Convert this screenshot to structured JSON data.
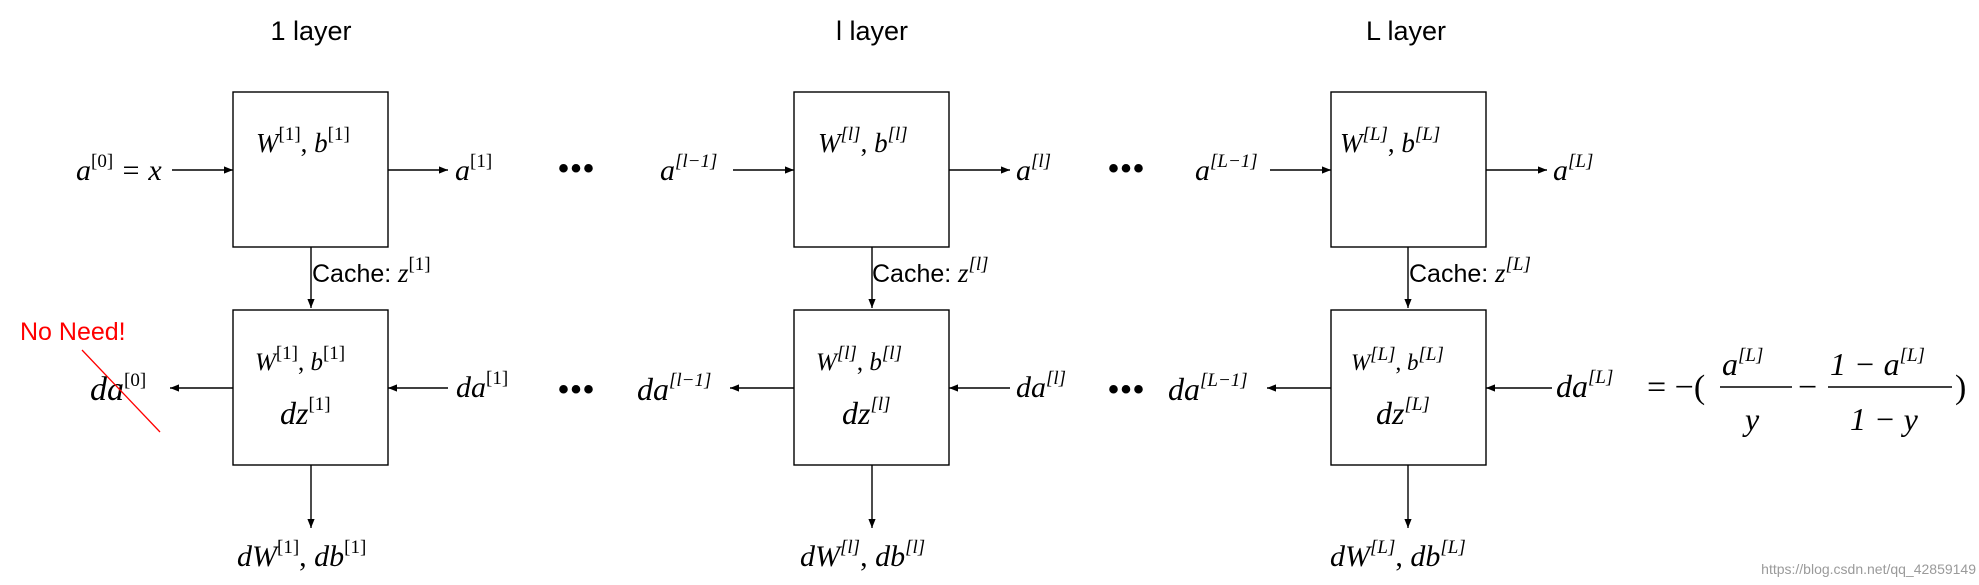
{
  "headers": [
    "1 layer",
    "l layer",
    "L layer"
  ],
  "layers": [
    {
      "fwd_in_base": "a",
      "fwd_in_sup": "[0]",
      "fwd_in_tail": " = x",
      "box_w_sup": "[1]",
      "box_b_sup": "[1]",
      "fwd_out_sup": "[1]",
      "cache_label": "Cache:",
      "cache_sup": "[1]",
      "bwd_in_sup": "[1]",
      "bwd_out_sup": "[0]",
      "bwd_box_w_sup": "[1]",
      "bwd_box_b_sup": "[1]",
      "bwd_box_dz_sup": "[1]",
      "grad_w_sup": "[1]",
      "grad_b_sup": "[1]"
    },
    {
      "fwd_in_base": "a",
      "fwd_in_sup": "[l−1]",
      "fwd_in_tail": "",
      "box_w_sup": "[l]",
      "box_b_sup": "[l]",
      "fwd_out_sup": "[l]",
      "cache_label": "Cache:",
      "cache_sup": "[l]",
      "bwd_in_sup": "[l]",
      "bwd_out_sup": "[l−1]",
      "bwd_box_w_sup": "[l]",
      "bwd_box_b_sup": "[l]",
      "bwd_box_dz_sup": "[l]",
      "grad_w_sup": "[l]",
      "grad_b_sup": "[l]"
    },
    {
      "fwd_in_base": "a",
      "fwd_in_sup": "[L−1]",
      "fwd_in_tail": "",
      "box_w_sup": "[L]",
      "box_b_sup": "[L]",
      "fwd_out_sup": "[L]",
      "cache_label": "Cache:",
      "cache_sup": "[L]",
      "bwd_in_sup": "[L]",
      "bwd_out_sup": "[L−1]",
      "bwd_box_w_sup": "[L]",
      "bwd_box_b_sup": "[L]",
      "bwd_box_dz_sup": "[L]",
      "grad_w_sup": "[L]",
      "grad_b_sup": "[L]"
    }
  ],
  "ellipsis": "•••",
  "no_need": "No Need!",
  "formula": {
    "eq": "= −(",
    "num1": "a",
    "num1_sup": "[L]",
    "den1": "y",
    "minus": "−",
    "num2_prefix": "1 − a",
    "num2_sup": "[L]",
    "den2": "1 − y",
    "close": ")"
  },
  "watermark": "https://blog.csdn.net/qq_42859149"
}
